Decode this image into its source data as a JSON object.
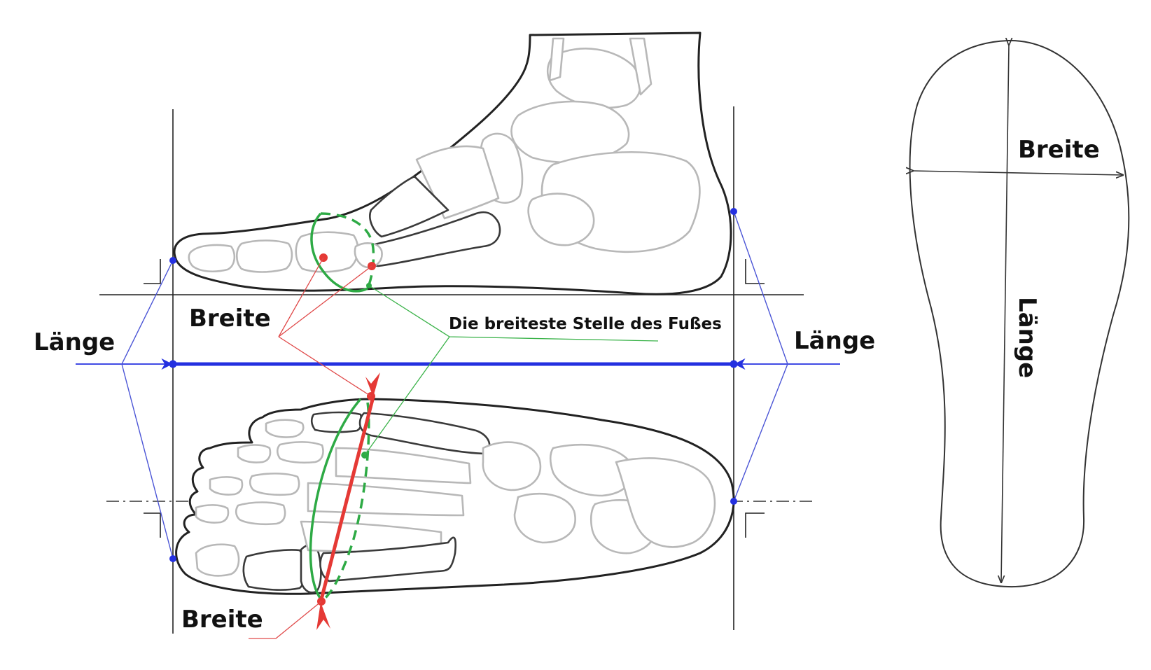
{
  "labels": {
    "laenge_left": "Länge",
    "laenge_right": "Länge",
    "breite_side": "Breite",
    "breite_bottom": "Breite",
    "widest_point": "Die breiteste Stelle des Fußes",
    "sole_breite": "Breite",
    "sole_laenge": "Länge"
  },
  "colors": {
    "length_line": "#2430e0",
    "width_line": "#e53935",
    "widest_contour": "#2eaa45",
    "outline": "#222222",
    "bones": "#b8b8b8"
  }
}
